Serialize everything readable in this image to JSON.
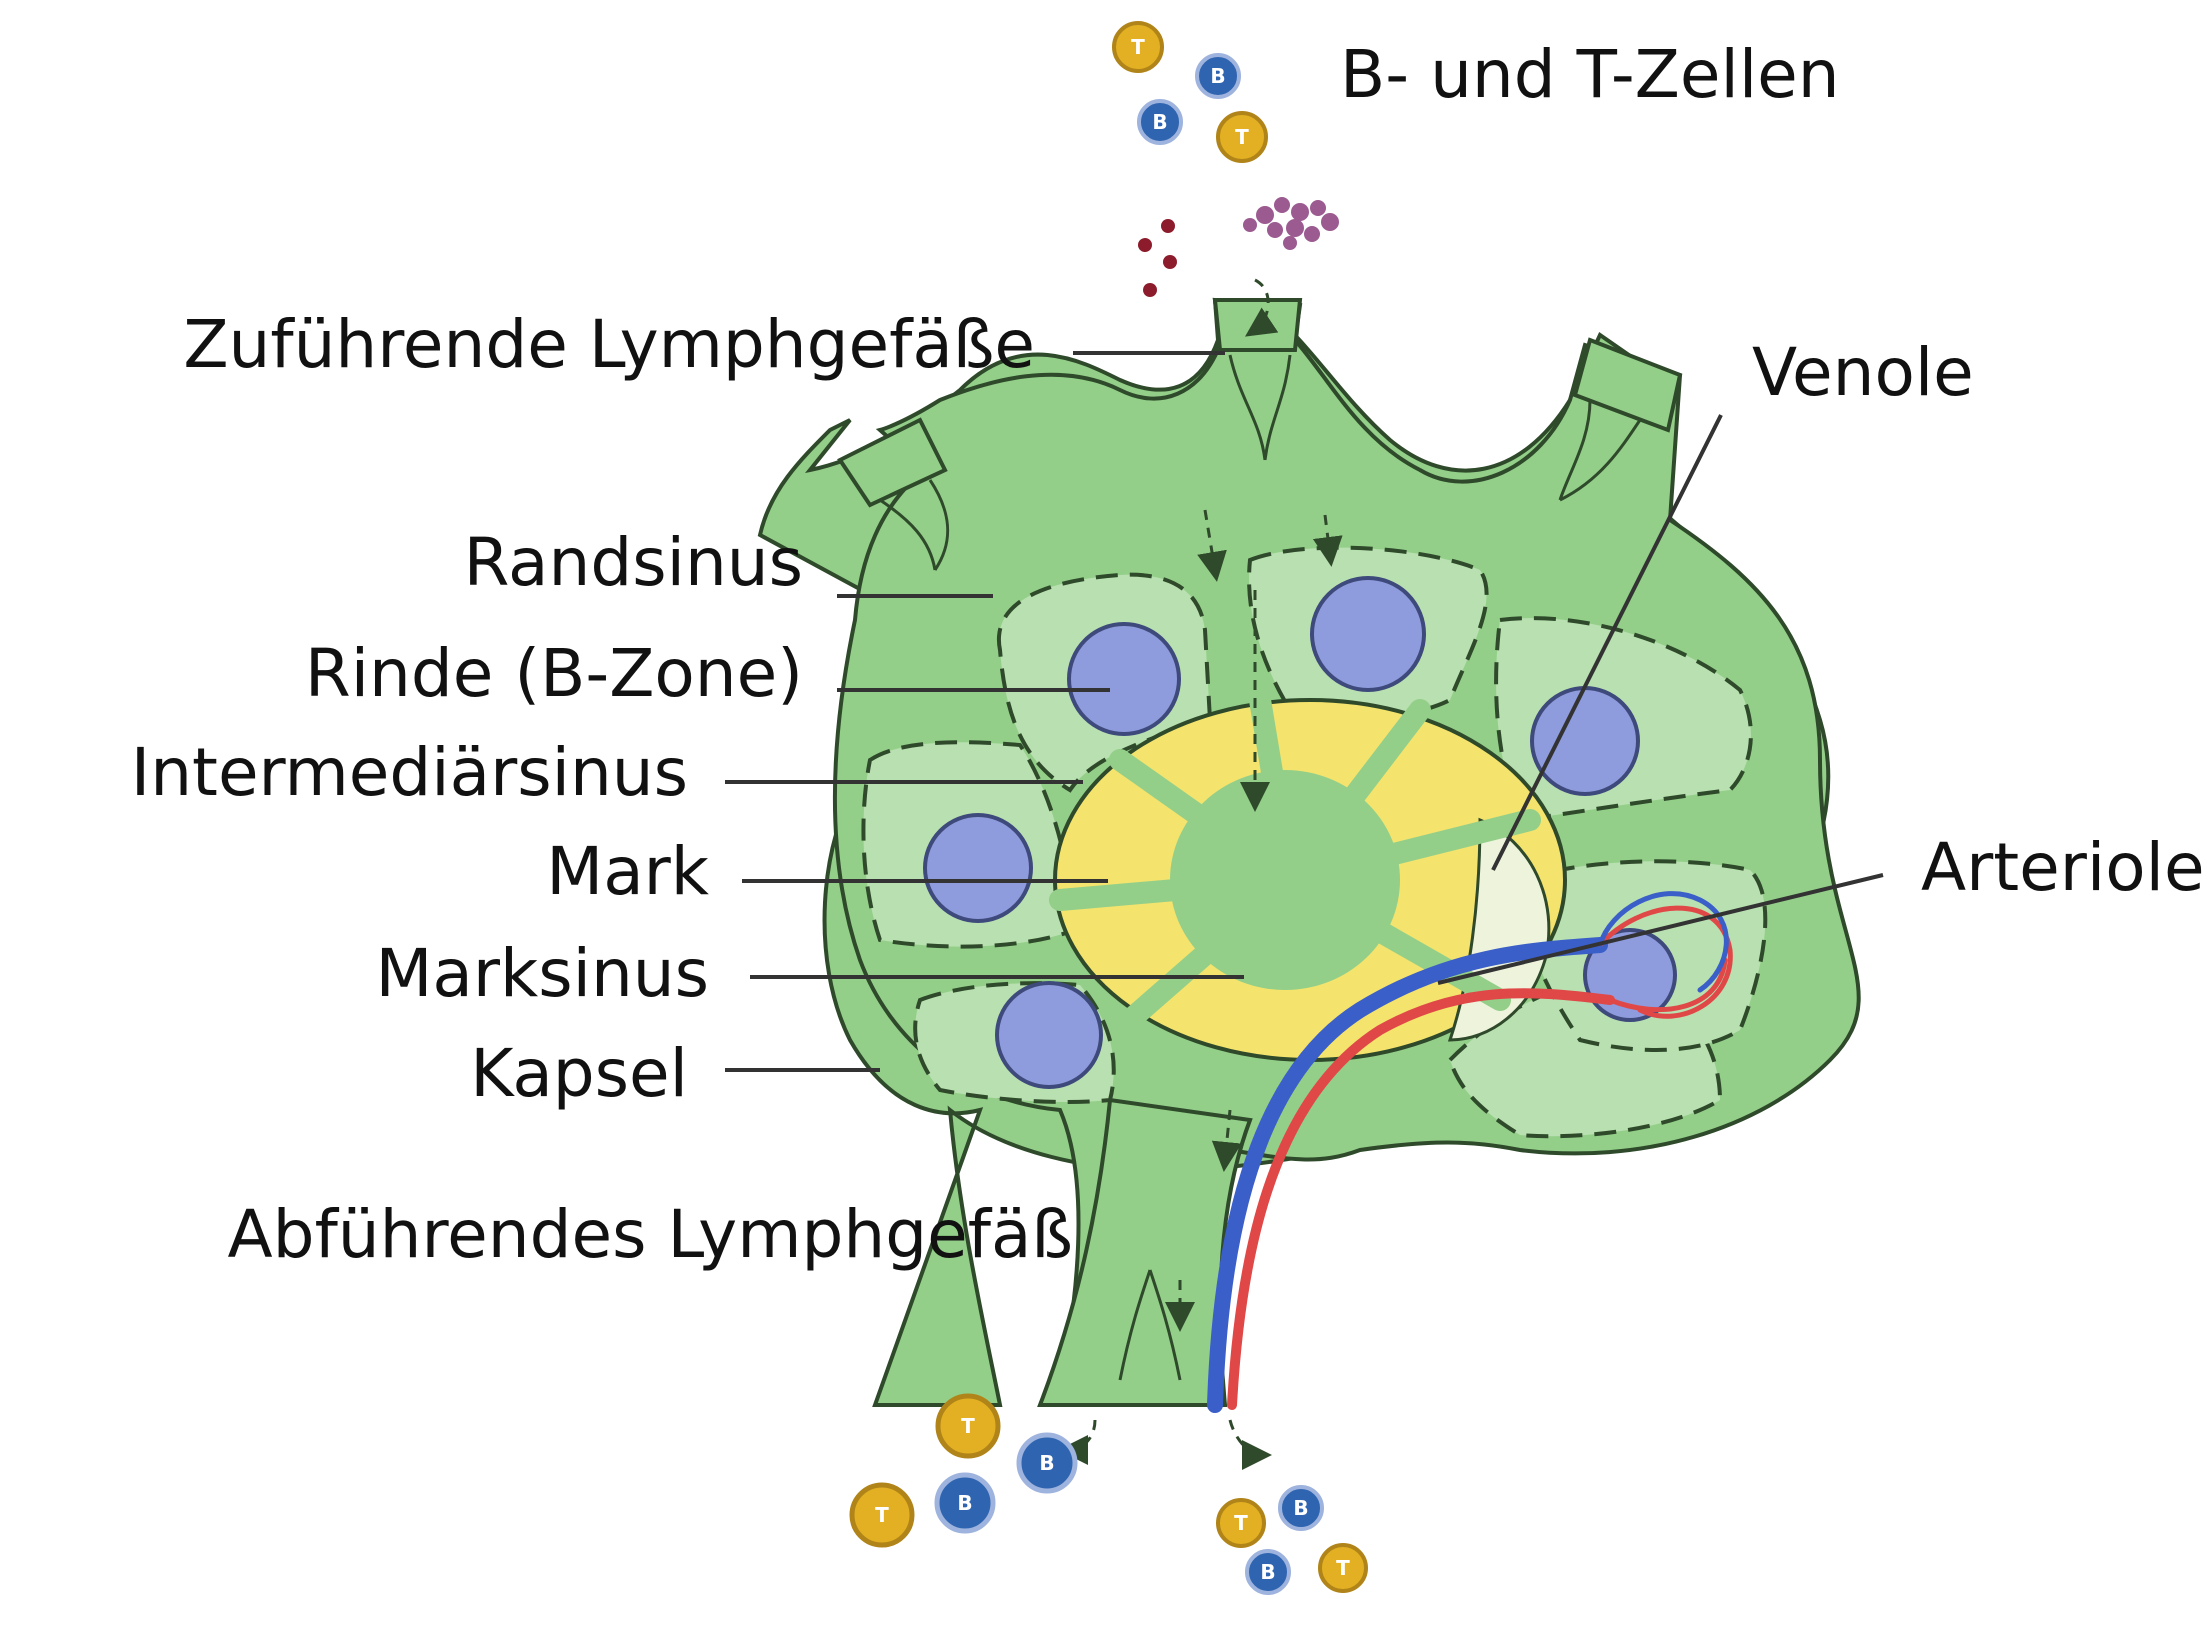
{
  "colors": {
    "tissue": "#93cf89",
    "tissue_light": "#b9e0b0",
    "outline": "#2f4a2b",
    "follicle": "#8e9bdc",
    "follicle_stroke": "#3e4a7c",
    "medulla_ring": "#f4e36d",
    "b_cell": "#2f64b0",
    "t_cell": "#e2b022",
    "vein": "#3b5fc8",
    "artery": "#e04848",
    "leader_line": "#333333"
  },
  "labels": {
    "bt_cells": "B- und T-Zellen",
    "afferent": "Zuführende Lymphgefäße",
    "venule": "Venole",
    "subcapsular_sinus": "Randsinus",
    "cortex": "Rinde (B-Zone)",
    "intermediate_sinus": "Intermediärsinus",
    "medulla": "Mark",
    "medullary_sinus": "Marksinus",
    "arteriole": "Arteriole",
    "capsule": "Kapsel",
    "efferent": "Abführendes Lymphgefäß"
  },
  "cell_letters": {
    "b": "B",
    "t": "T"
  },
  "icons": [
    "b-cell-icon",
    "t-cell-icon",
    "antigen-icon",
    "flow-arrow-icon"
  ]
}
